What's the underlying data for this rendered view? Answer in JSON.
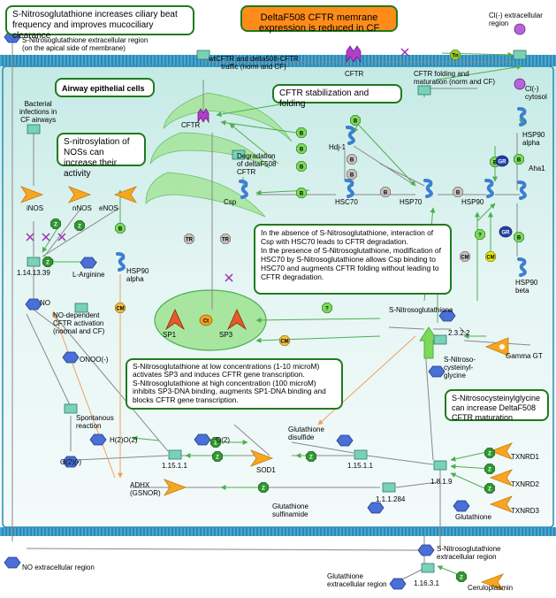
{
  "notes": {
    "ciliary": "S-Nitrosoglutathione increases ciliary beat frequency and improves mucociliary clearance",
    "deltaf508": "DeltaF508 CFTR memrane expression is reduced in CF",
    "airway": "Airway epithelial cells",
    "stabilization": "CFTR stabilization and folding",
    "snitrosylation": "S-nitrosylation of NOSs can increase their activity",
    "absence_csp": "In the absence of S-Nitrosoglutathione, interaction of Csp with HSC70 leads to CFTR degradation.\nIn the presence of S-Nitrosoglutathione, modification of HSC70 by S-Nitrosoglutathione allows Csp binding to HSC70 and augments CFTR folding without leading to CFTR degradation.",
    "concentration": "S-Nitrosoglutathione at low concentrations (1-10 microM) activates SP3 and induces CFTR gene transcription.\nS-Nitrosoglutathione at high concentration (100 microM) inhibits SP3-DNA binding, augments SP1-DNA binding and blocks CFTR gene transcription.",
    "cysteinylglycine": "S-Nitrosocysteinylglycine can increase DeltaF508 CFTR maturation"
  },
  "labels": {
    "gsno_extra_apical": "S-Nitrosoglutathione extracellular region\n(on the apical side of membrane)",
    "wt_traffic": "wtCFTR and delta508-CFTR\ntraffic (norm and CF)",
    "cftr_top": "CFTR",
    "cl_extra": "Cl(-) extracellular\nregion",
    "cl_cyto": "Cl(-)\ncytosol",
    "cftr_folding": "CFTR folding and\nmaturation (norm and CF)",
    "bacterial": "Bacterial\ninfections in\nCF airways",
    "cftr_mid": "CFTR",
    "hdj1": "Hdj-1",
    "hsp90a_r": "HSP90\nalpha",
    "degradation": "Degradation\nof deltaF508\nCFTR",
    "csp": "Csp",
    "hsc70": "HSC70",
    "hsp70": "HSP70",
    "hsp90": "HSP90",
    "aha1": "Aha1",
    "inos": "iNOS",
    "nnos": "nNOS",
    "enos": "eNOS",
    "ec_1_14_13_39": "1.14.13.39",
    "l_arginine": "L-Arginine",
    "hsp90a_l": "HSP90\nalpha",
    "hsp90b": "HSP90\nbeta",
    "no": "NO",
    "no_dependent": "NO-dependent\nCFTR activation\n(normal and CF)",
    "sp1": "SP1",
    "sp3": "SP3",
    "gsno": "S-Nitrosoglutathione",
    "ec_2_3_2_2": "2.3.2.2",
    "gamma_gt": "Gamma GT",
    "snitroso_cys": "S-Nitroso-\ncysteinyl-\nglycine",
    "onoo": "ONOO(-)",
    "spontanous": "Spontanous\nreaction",
    "h2o2": "H(2)O(2)",
    "o2": "O(2)",
    "gssg": "Glutathione\ndisulfide",
    "o2m": "O(2)(-)",
    "ec_1_15_1_1a": "1.15.1.1",
    "sod1": "SOD1",
    "ec_1_15_1_1b": "1.15.1.1",
    "txnrd1": "TXNRD1",
    "txnrd2": "TXNRD2",
    "txnrd3": "TXNRD3",
    "ec_1_8_1_9": "1.8.1.9",
    "glutathione": "Glutathione",
    "adhx": "ADHX\n(GSNOR)",
    "ec_1_1_1_284": "1.1.1.284",
    "gs_sulfinamide": "Glutathione\nsulfinamide",
    "no_extra": "NO extracellular region",
    "gsno_extra_bottom": "S-Nitrosoglutathione\nextracellular region",
    "gsh_extra": "Glutathione\nextracellular region",
    "ec_1_16_3_1": "1.16.3.1",
    "ceruloplasmin": "Ceruloplasmin"
  },
  "markers": {
    "b": "B",
    "z": "Z",
    "gr": "GR",
    "tr": "TR",
    "cm": "CM",
    "tn": "Tn",
    "q": "?"
  },
  "colors": {
    "membrane": "#2a8ab8",
    "cytosol_top": "#c9ece7",
    "cytosol_mid": "#eaf7f6",
    "note_border": "#1f7a1f",
    "note_orange": "#ff8c1a",
    "protein_orange": "#f6a623",
    "hexagon_blue": "#4a6fd6",
    "compound_square": "#79d1b8",
    "arrow_green": "#4caf50",
    "arrow_orange": "#f0a060",
    "inhibit_purple": "#9b2fb5"
  }
}
